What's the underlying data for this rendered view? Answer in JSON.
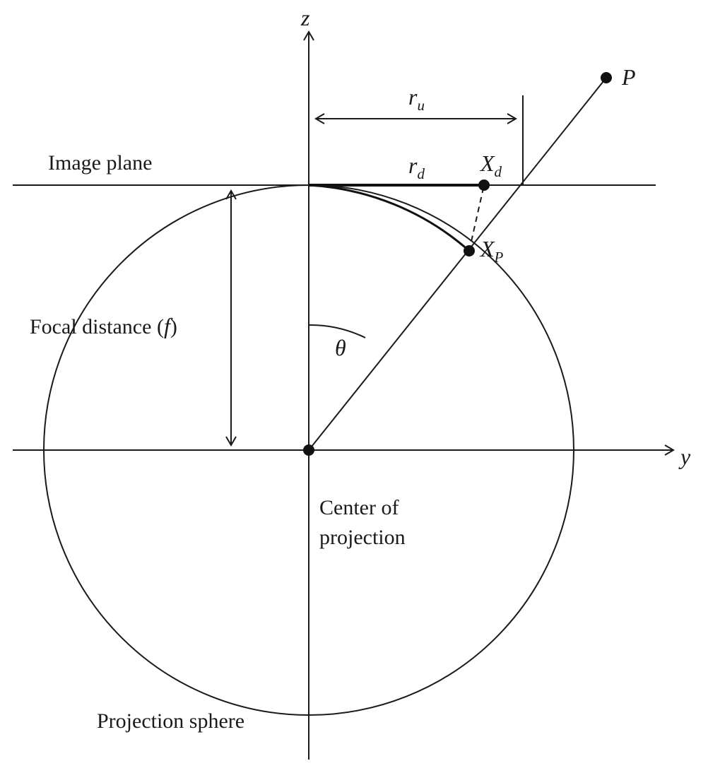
{
  "axes": {
    "z": "z",
    "y": "y"
  },
  "planes": {
    "image_plane": "Image plane",
    "projection_sphere": "Projection sphere"
  },
  "center": {
    "line1": "Center of",
    "line2": "projection"
  },
  "focal": {
    "label": "Focal distance (",
    "symbol": "f",
    "close": ")"
  },
  "points": {
    "P": "P",
    "Xd_main": "X",
    "Xd_sub": "d",
    "Xp_main": "X",
    "Xp_sub": "P"
  },
  "radii": {
    "ru_main": "r",
    "ru_sub": "u",
    "rd_main": "r",
    "rd_sub": "d"
  },
  "angle": "θ"
}
